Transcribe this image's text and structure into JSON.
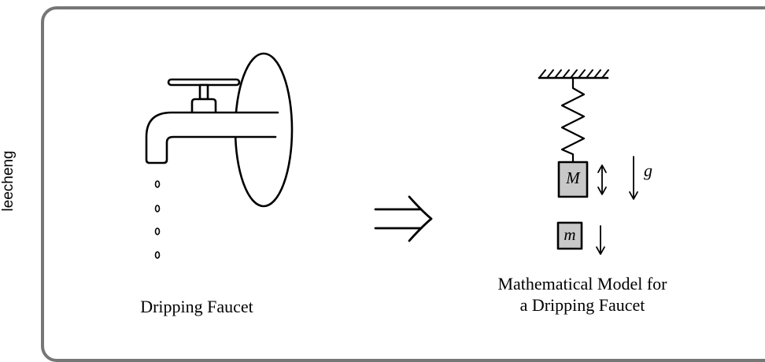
{
  "side_label": "leecheng",
  "faucet_caption": "Dripping Faucet",
  "model_caption_line1": "Mathematical Model for",
  "model_caption_line2": "a Dripping Faucet",
  "big_mass_label": "M",
  "small_mass_label": "m",
  "gravity_label": "g",
  "colors": {
    "frame": "#767676",
    "mass_fill": "#c8c8c8",
    "stroke": "#000000"
  }
}
